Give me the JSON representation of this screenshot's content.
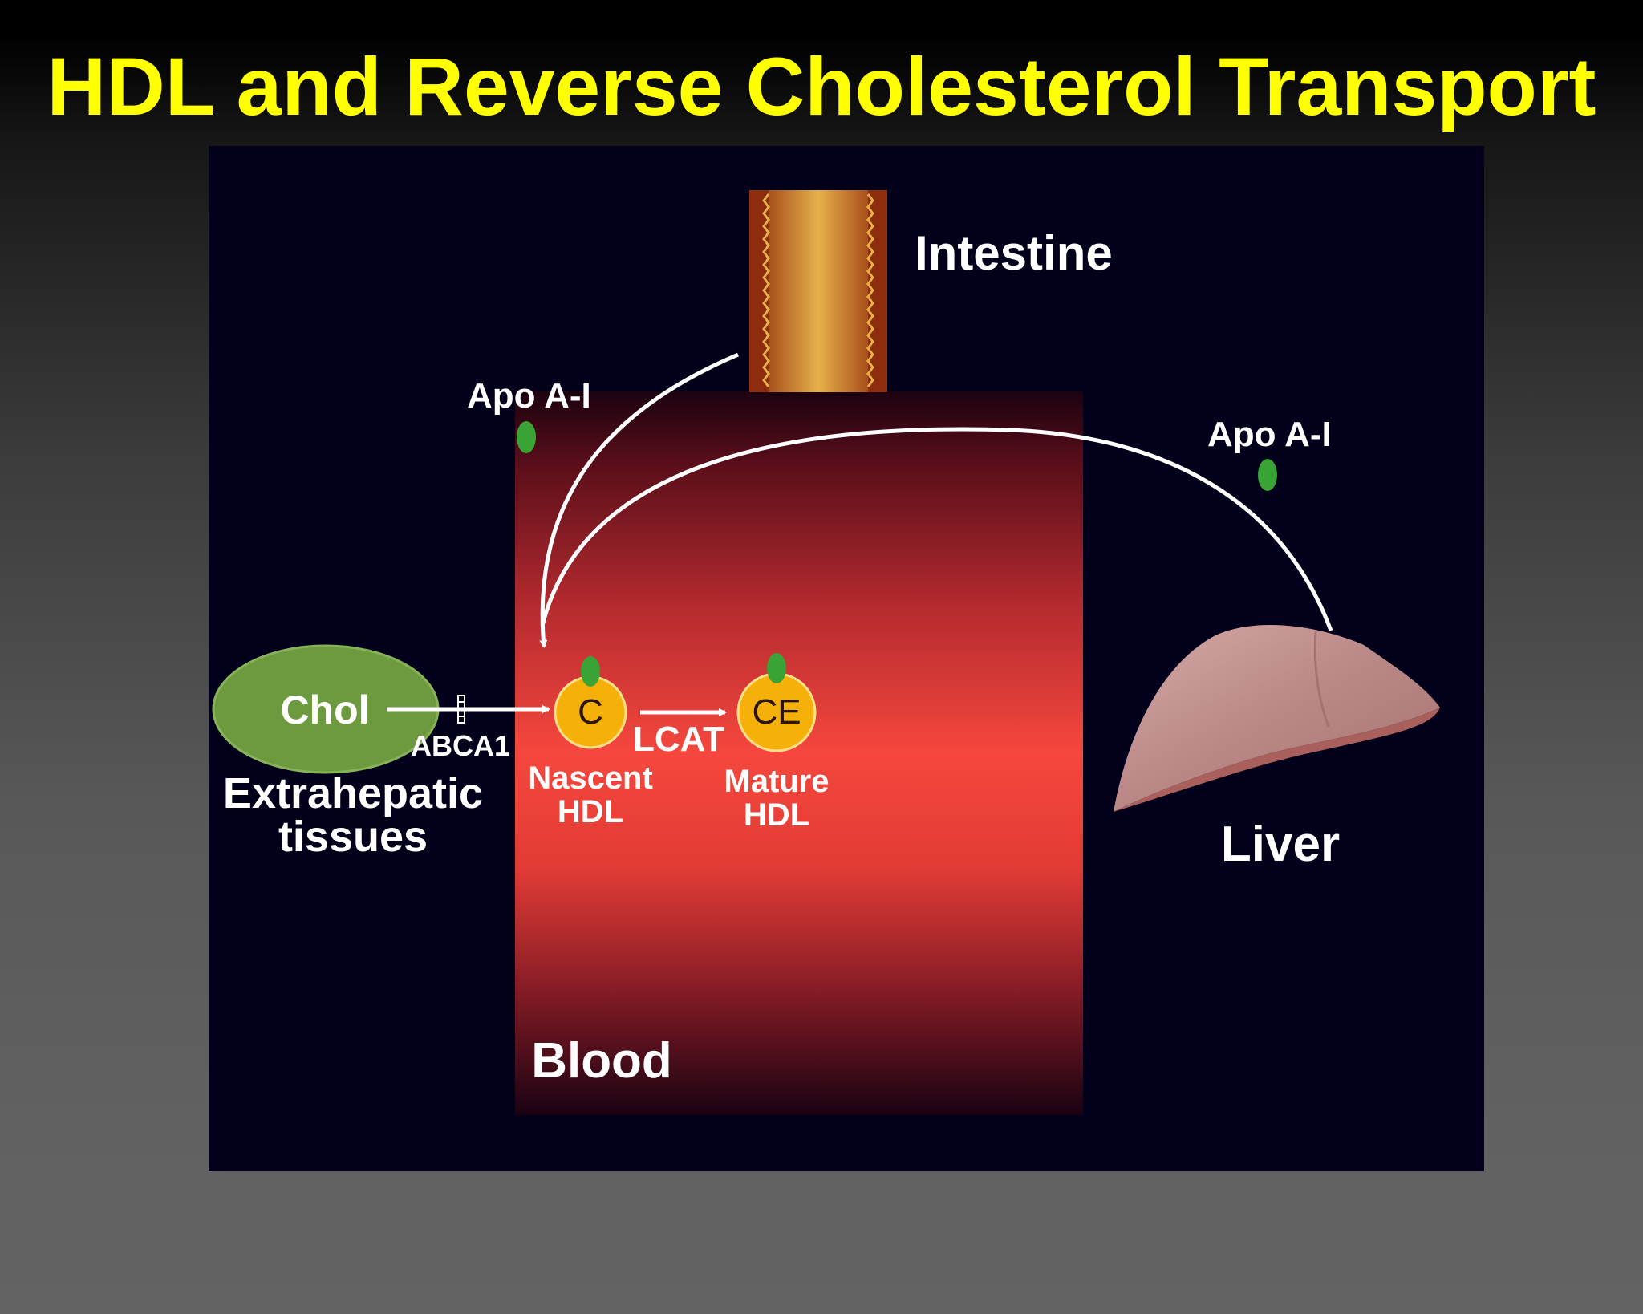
{
  "slide": {
    "title": "HDL and Reverse Cholesterol Transport"
  },
  "diagram": {
    "labels": {
      "intestine": "Intestine",
      "apo_a1_left": "Apo A-I",
      "apo_a1_right": "Apo A-I",
      "chol": "Chol",
      "abca1": "ABCA1",
      "extrahepatic_line1": "Extrahepatic",
      "extrahepatic_line2": "tissues",
      "c": "C",
      "ce": "CE",
      "lcat": "LCAT",
      "nascent_line1": "Nascent",
      "nascent_line2": "HDL",
      "mature_line1": "Mature",
      "mature_line2": "HDL",
      "liver": "Liver",
      "blood": "Blood"
    },
    "colors": {
      "title": "#ffff00",
      "panel_background": "#02001a",
      "blood": "#f5473d",
      "hdl_particle": "#f5b10a",
      "apo_a1": "#3aa336",
      "extrahepatic_cell": "#6e9a3f",
      "liver": "#c49694",
      "intestine_wall": "#8e2c10",
      "intestine_lumen": "#e2aa40",
      "arrows": "#ffffff"
    }
  }
}
